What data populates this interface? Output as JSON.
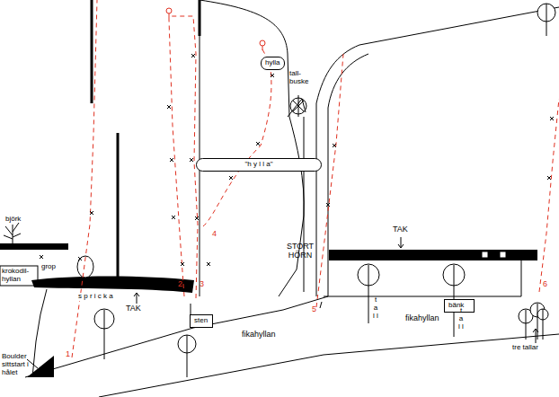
{
  "diagram": {
    "nodes": [
      {
        "text": [
          "hylla"
        ]
      },
      {
        "text": [
          "\"h y l l a\""
        ]
      },
      {
        "text": [
          "sten"
        ]
      },
      {
        "text": [
          "bänk"
        ]
      }
    ],
    "labels": [
      "björk",
      "krokodil- hyllan",
      "grop",
      "s p r i c k a",
      "TAK",
      "Boulder sittstart i hålet",
      "1",
      "2",
      "3",
      "4",
      "tall- buske",
      "STORT HÖRN",
      "5",
      "TAK",
      "fikahyllan",
      "fikahyllan",
      "t a l l",
      "t a l l",
      "6",
      "tre tallar"
    ]
  }
}
